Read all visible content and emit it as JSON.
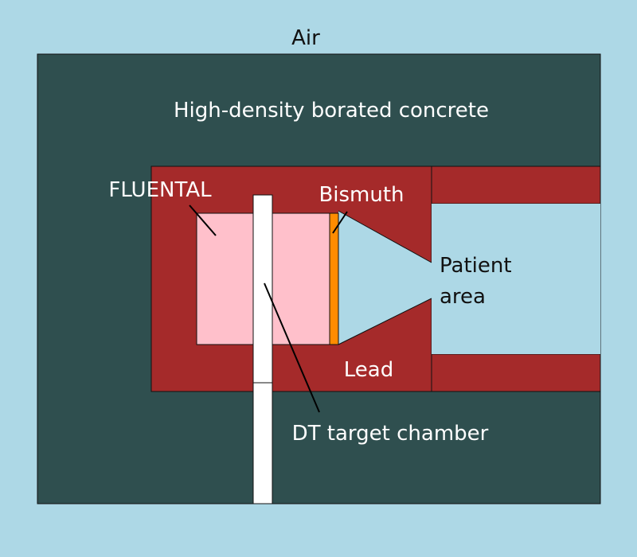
{
  "labels": {
    "air": "Air",
    "concrete": "High-density borated concrete",
    "fluental": "FLUENTAL",
    "bismuth": "Bismuth",
    "patient_line1": "Patient",
    "patient_line2": "area",
    "lead": "Lead",
    "chamber": "DT target chamber"
  },
  "colors": {
    "air": "#ADD8E6",
    "concrete": "#2F4F4F",
    "lead": "#A52A2A",
    "fluental": "#FFC0CB",
    "bismuth": "#FF8C00",
    "chamber": "#FFFFFF"
  }
}
